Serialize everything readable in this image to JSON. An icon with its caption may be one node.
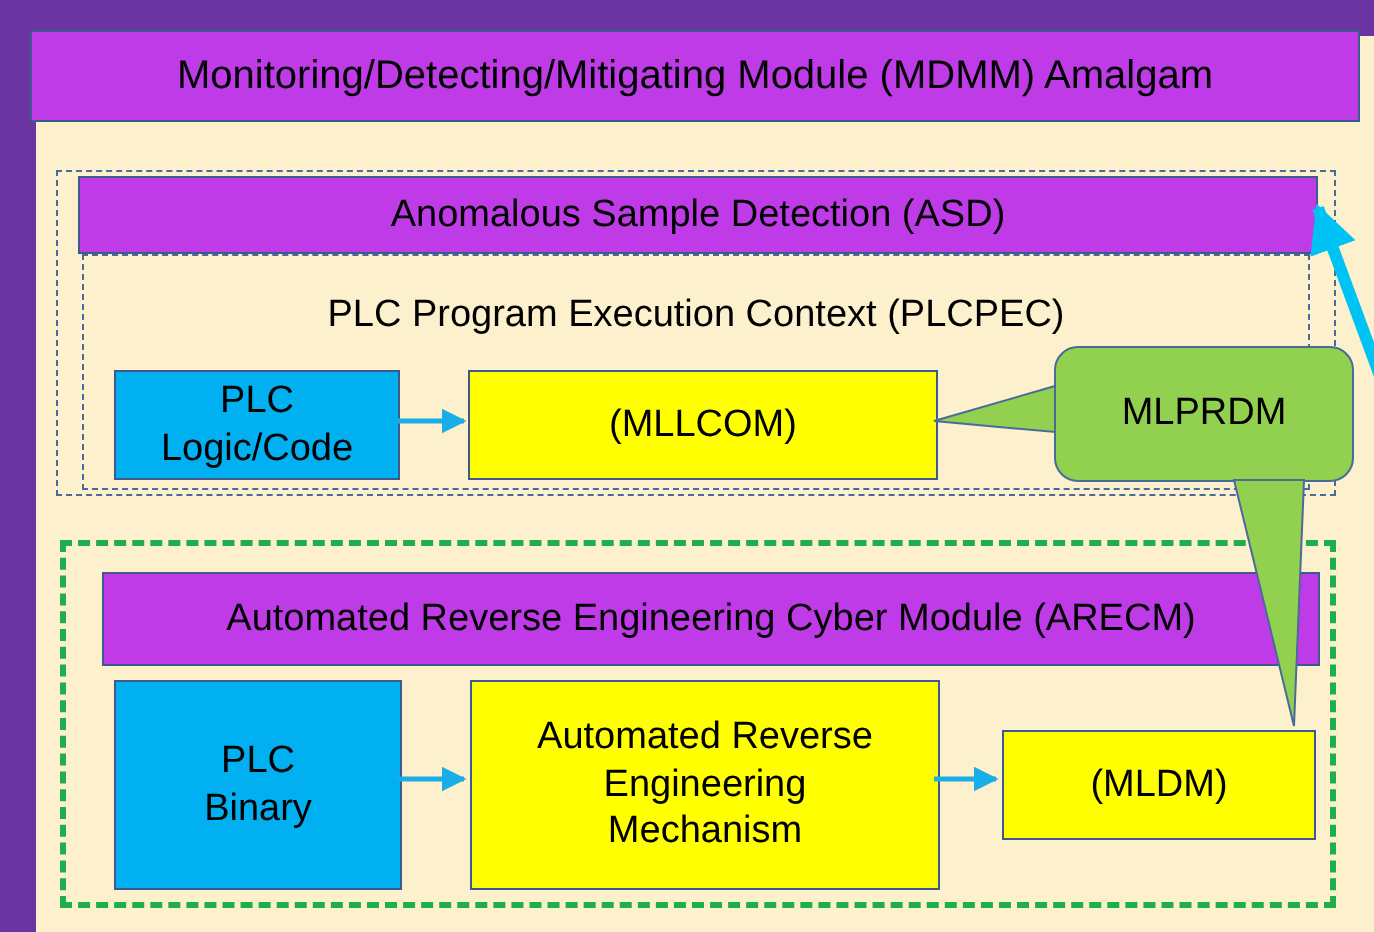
{
  "diagram": {
    "nodes": [
      {
        "text": [
          "Monitoring/Detecting/Mitigating Module (MDMM) Amalgam"
        ]
      },
      {
        "text": [],
        "shape": "box"
      },
      {
        "text": [
          "Anomalous Sample Detection (ASD)"
        ],
        "in": 1
      },
      {
        "text": [
          "PLC Program Execution Context (PLCPEC)"
        ],
        "in": 1
      },
      {
        "text": [
          "PLC Logic/Code"
        ],
        "in": 3
      },
      {
        "text": [
          "(MLLCOM)"
        ],
        "in": 3
      },
      {
        "text": [
          "MLPRDM"
        ]
      },
      {
        "text": [],
        "shape": "box"
      },
      {
        "text": [
          "Automated Reverse Engineering Cyber Module (ARECM)"
        ],
        "in": 7
      },
      {
        "text": [
          "PLC Binary"
        ],
        "in": 7
      },
      {
        "text": [
          "Automated Reverse Engineering Mechanism"
        ],
        "in": 7
      },
      {
        "text": [
          "(MLDM)"
        ],
        "in": 7
      }
    ],
    "edges": [
      {
        "from": 4,
        "to": 5,
        "arrow": "to"
      },
      {
        "from": 6,
        "to": 5,
        "arrow": "none",
        "color": "#92d050"
      },
      {
        "from": 6,
        "to": 11,
        "arrow": "none",
        "color": "#92d050"
      },
      {
        "from": 9,
        "to": 10,
        "arrow": "to"
      },
      {
        "from": 10,
        "to": 11,
        "arrow": "to"
      },
      {
        "from": null,
        "to": 2,
        "arrow": "to",
        "style": "thick"
      }
    ]
  }
}
